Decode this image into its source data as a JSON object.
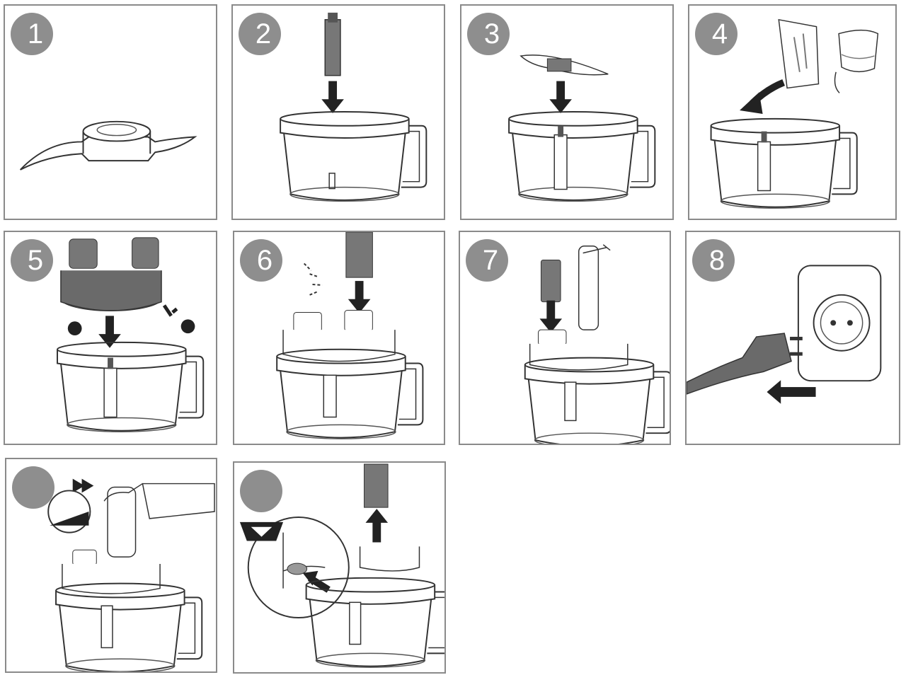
{
  "panels": [
    {
      "step": "1"
    },
    {
      "step": "2"
    },
    {
      "step": "3"
    },
    {
      "step": "4"
    },
    {
      "step": "5"
    },
    {
      "step": "6"
    },
    {
      "step": "7"
    },
    {
      "step": "8"
    },
    {
      "step": ""
    },
    {
      "step": ""
    }
  ],
  "colors": {
    "border": "#8a8a8a",
    "badge": "#8e8e8e",
    "line": "#333333",
    "arrow": "#222222",
    "dark_part": "#6a6a6a"
  }
}
